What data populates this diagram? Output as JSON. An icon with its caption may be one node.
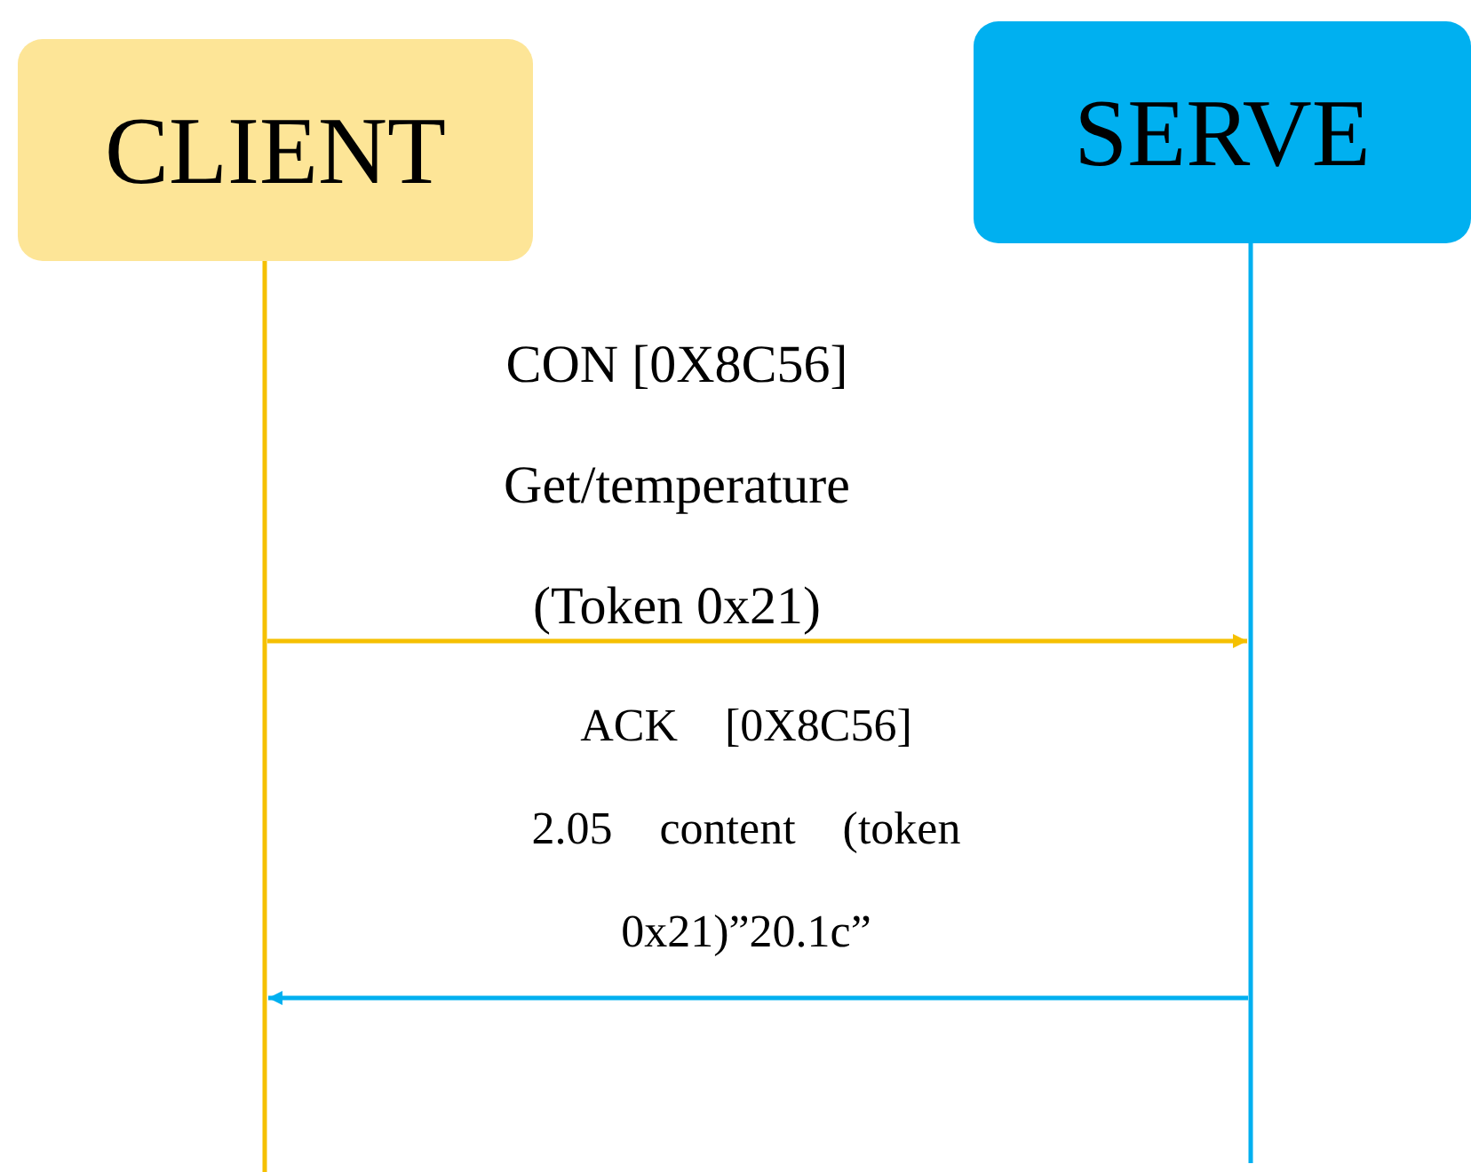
{
  "diagram": {
    "nodes": [
      {
        "text": [
          "CLIENT"
        ]
      },
      {
        "text": [
          "SERVE"
        ]
      }
    ],
    "edges": [
      {
        "from": 0,
        "to": 1,
        "arrow": "to",
        "label": "CON [0X8C56] Get/temperature (Token 0x21)",
        "color": "#f5c000"
      },
      {
        "from": 1,
        "to": 0,
        "arrow": "to",
        "label": "ACK [0X8C56] 2.05 content (token 0x21)”20.1c”",
        "color": "#00b0f0"
      }
    ]
  }
}
